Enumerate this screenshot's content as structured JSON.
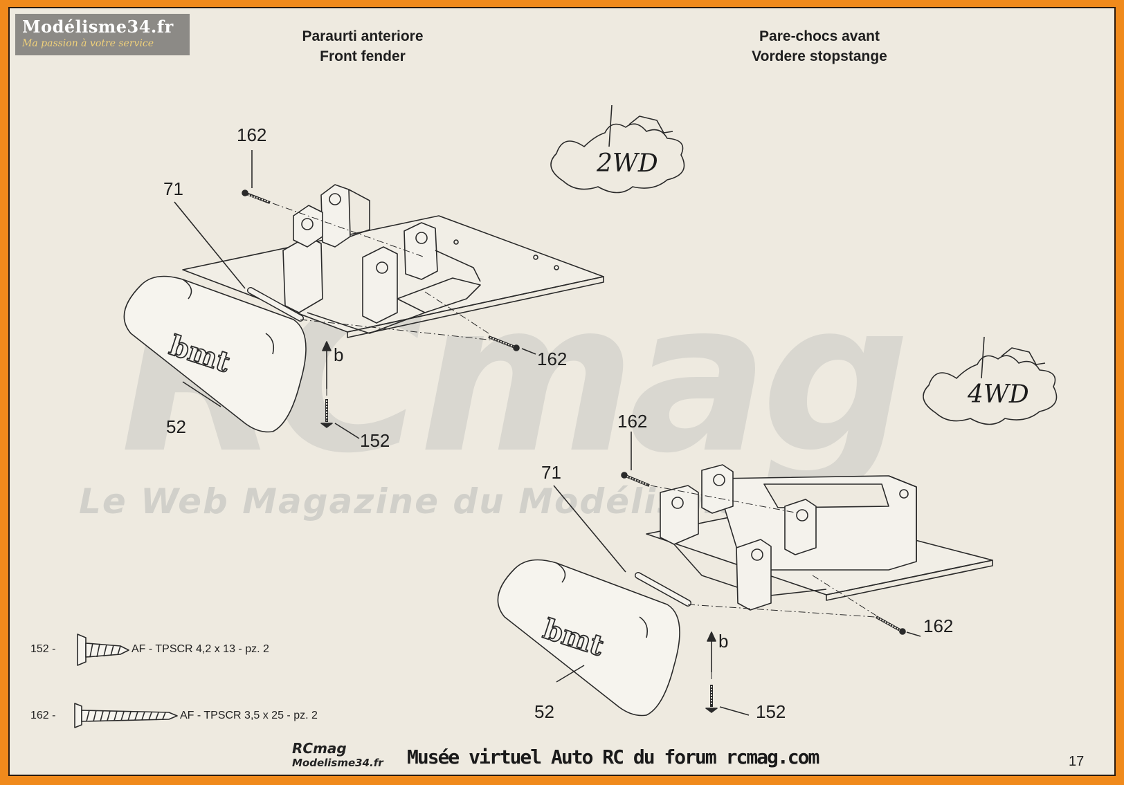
{
  "logo": {
    "line1": "Modélisme34.fr",
    "line2": "Ma passion à votre service"
  },
  "titles": {
    "italian": "Paraurti anteriore",
    "english": "Front fender",
    "french": "Pare-chocs avant",
    "german": "Vordere stopstange"
  },
  "watermark": {
    "big": "RCmag",
    "sub": "Le Web Magazine du Modélisme RC"
  },
  "stamps": {
    "upper": "2WD",
    "lower": "4WD"
  },
  "callouts": {
    "upper": {
      "screw_top": "162",
      "pin": "71",
      "screw_right": "162",
      "arrow": "b",
      "fender": "52",
      "screw_bottom": "152"
    },
    "lower": {
      "screw_top": "162",
      "pin": "71",
      "screw_right": "162",
      "arrow": "b",
      "fender": "52",
      "screw_bottom": "152"
    }
  },
  "legend": [
    {
      "code": "152 -",
      "text": "AF - TPSCR 4,2 x 13 - pz. 2"
    },
    {
      "code": "162 -",
      "text": "AF - TPSCR 3,5 x 25 - pz. 2"
    }
  ],
  "footer": {
    "logo_line1": "RCmag",
    "logo_line2": "Modelisme34.fr",
    "text": "Musée virtuel Auto RC du forum rcmag.com",
    "page_number": "17"
  },
  "colors": {
    "frame": "#f08a1c",
    "paper": "#eeeae0",
    "ink": "#1e1e1e"
  }
}
